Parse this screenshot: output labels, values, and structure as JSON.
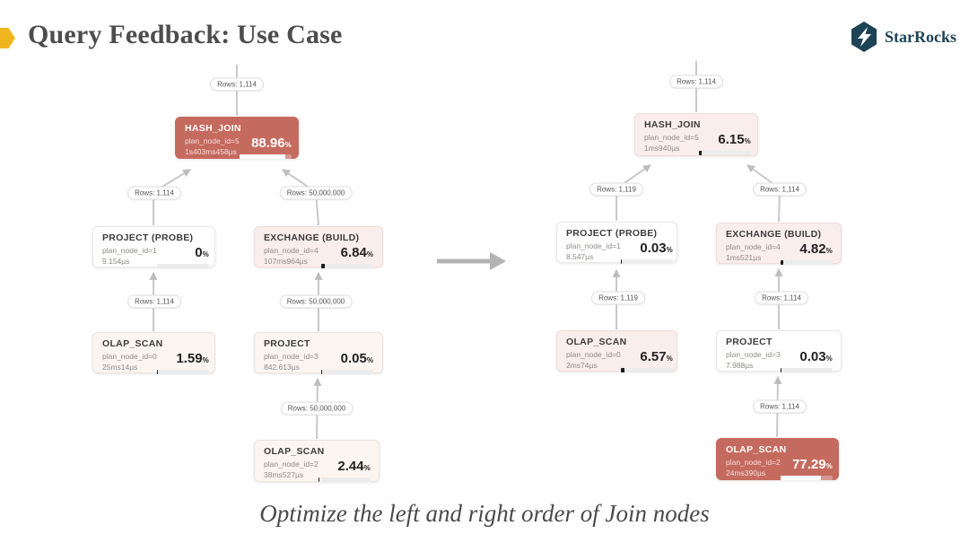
{
  "slide": {
    "title": "Query Feedback: Use Case",
    "caption": "Optimize the left and right order of Join nodes"
  },
  "logo": {
    "text": "StarRocks"
  },
  "colors": {
    "accent_yellow": "#f0b41e",
    "logo_teal": "#1d4355",
    "node_red": "#c56a5e",
    "node_pink": "#faeeec",
    "node_cream": "#faf5f0",
    "node_white": "#ffffff",
    "edge": "#c9c9c9"
  },
  "diagram": {
    "pct_suffix": "%",
    "trees": [
      {
        "name": "before",
        "nodes": [
          {
            "key": "hash-join",
            "title": "HASH_JOIN",
            "plan_node_id": "plan_node_id=5",
            "time": "1s403ms458µs",
            "pct": "88.96",
            "style": "red"
          },
          {
            "key": "project-probe",
            "title": "PROJECT (PROBE)",
            "plan_node_id": "plan_node_id=1",
            "time": "9.154µs",
            "pct": "0",
            "style": "white"
          },
          {
            "key": "exchange-build",
            "title": "EXCHANGE (BUILD)",
            "plan_node_id": "plan_node_id=4",
            "time": "107ms964µs",
            "pct": "6.84",
            "style": "pink"
          },
          {
            "key": "olap-scan-left",
            "title": "OLAP_SCAN",
            "plan_node_id": "plan_node_id=0",
            "time": "25ms14µs",
            "pct": "1.59",
            "style": "cream"
          },
          {
            "key": "project",
            "title": "PROJECT",
            "plan_node_id": "plan_node_id=3",
            "time": "842.613µs",
            "pct": "0.05",
            "style": "cream"
          },
          {
            "key": "olap-scan-bottom",
            "title": "OLAP_SCAN",
            "plan_node_id": "plan_node_id=2",
            "time": "38ms527µs",
            "pct": "2.44",
            "style": "cream"
          }
        ],
        "pills": [
          {
            "key": "top",
            "label": "Rows: 1,114"
          },
          {
            "key": "row2-left",
            "label": "Rows: 1,114"
          },
          {
            "key": "row2-right",
            "label": "Rows: 50,000,000"
          },
          {
            "key": "row3-left",
            "label": "Rows: 1,114"
          },
          {
            "key": "row3-right",
            "label": "Rows: 50,000,000"
          },
          {
            "key": "bottom",
            "label": "Rows: 50,000,000"
          }
        ]
      },
      {
        "name": "after",
        "nodes": [
          {
            "key": "hash-join",
            "title": "HASH_JOIN",
            "plan_node_id": "plan_node_id=5",
            "time": "1ms940µs",
            "pct": "6.15",
            "style": "pink"
          },
          {
            "key": "project-probe",
            "title": "PROJECT (PROBE)",
            "plan_node_id": "plan_node_id=1",
            "time": "8.547µs",
            "pct": "0.03",
            "style": "white"
          },
          {
            "key": "exchange-build",
            "title": "EXCHANGE (BUILD)",
            "plan_node_id": "plan_node_id=4",
            "time": "1ms521µs",
            "pct": "4.82",
            "style": "pink"
          },
          {
            "key": "olap-scan-left",
            "title": "OLAP_SCAN",
            "plan_node_id": "plan_node_id=0",
            "time": "2ms74µs",
            "pct": "6.57",
            "style": "pink"
          },
          {
            "key": "project",
            "title": "PROJECT",
            "plan_node_id": "plan_node_id=3",
            "time": "7.988µs",
            "pct": "0.03",
            "style": "white"
          },
          {
            "key": "olap-scan-bottom",
            "title": "OLAP_SCAN",
            "plan_node_id": "plan_node_id=2",
            "time": "24ms390µs",
            "pct": "77.29",
            "style": "red"
          }
        ],
        "pills": [
          {
            "key": "top",
            "label": "Rows: 1,114"
          },
          {
            "key": "row2-left",
            "label": "Rows: 1,119"
          },
          {
            "key": "row2-right",
            "label": "Rows: 1,114"
          },
          {
            "key": "row3-left",
            "label": "Rows: 1,119"
          },
          {
            "key": "row3-right",
            "label": "Rows: 1,114"
          },
          {
            "key": "bottom",
            "label": "Rows: 1,114"
          }
        ]
      }
    ]
  }
}
